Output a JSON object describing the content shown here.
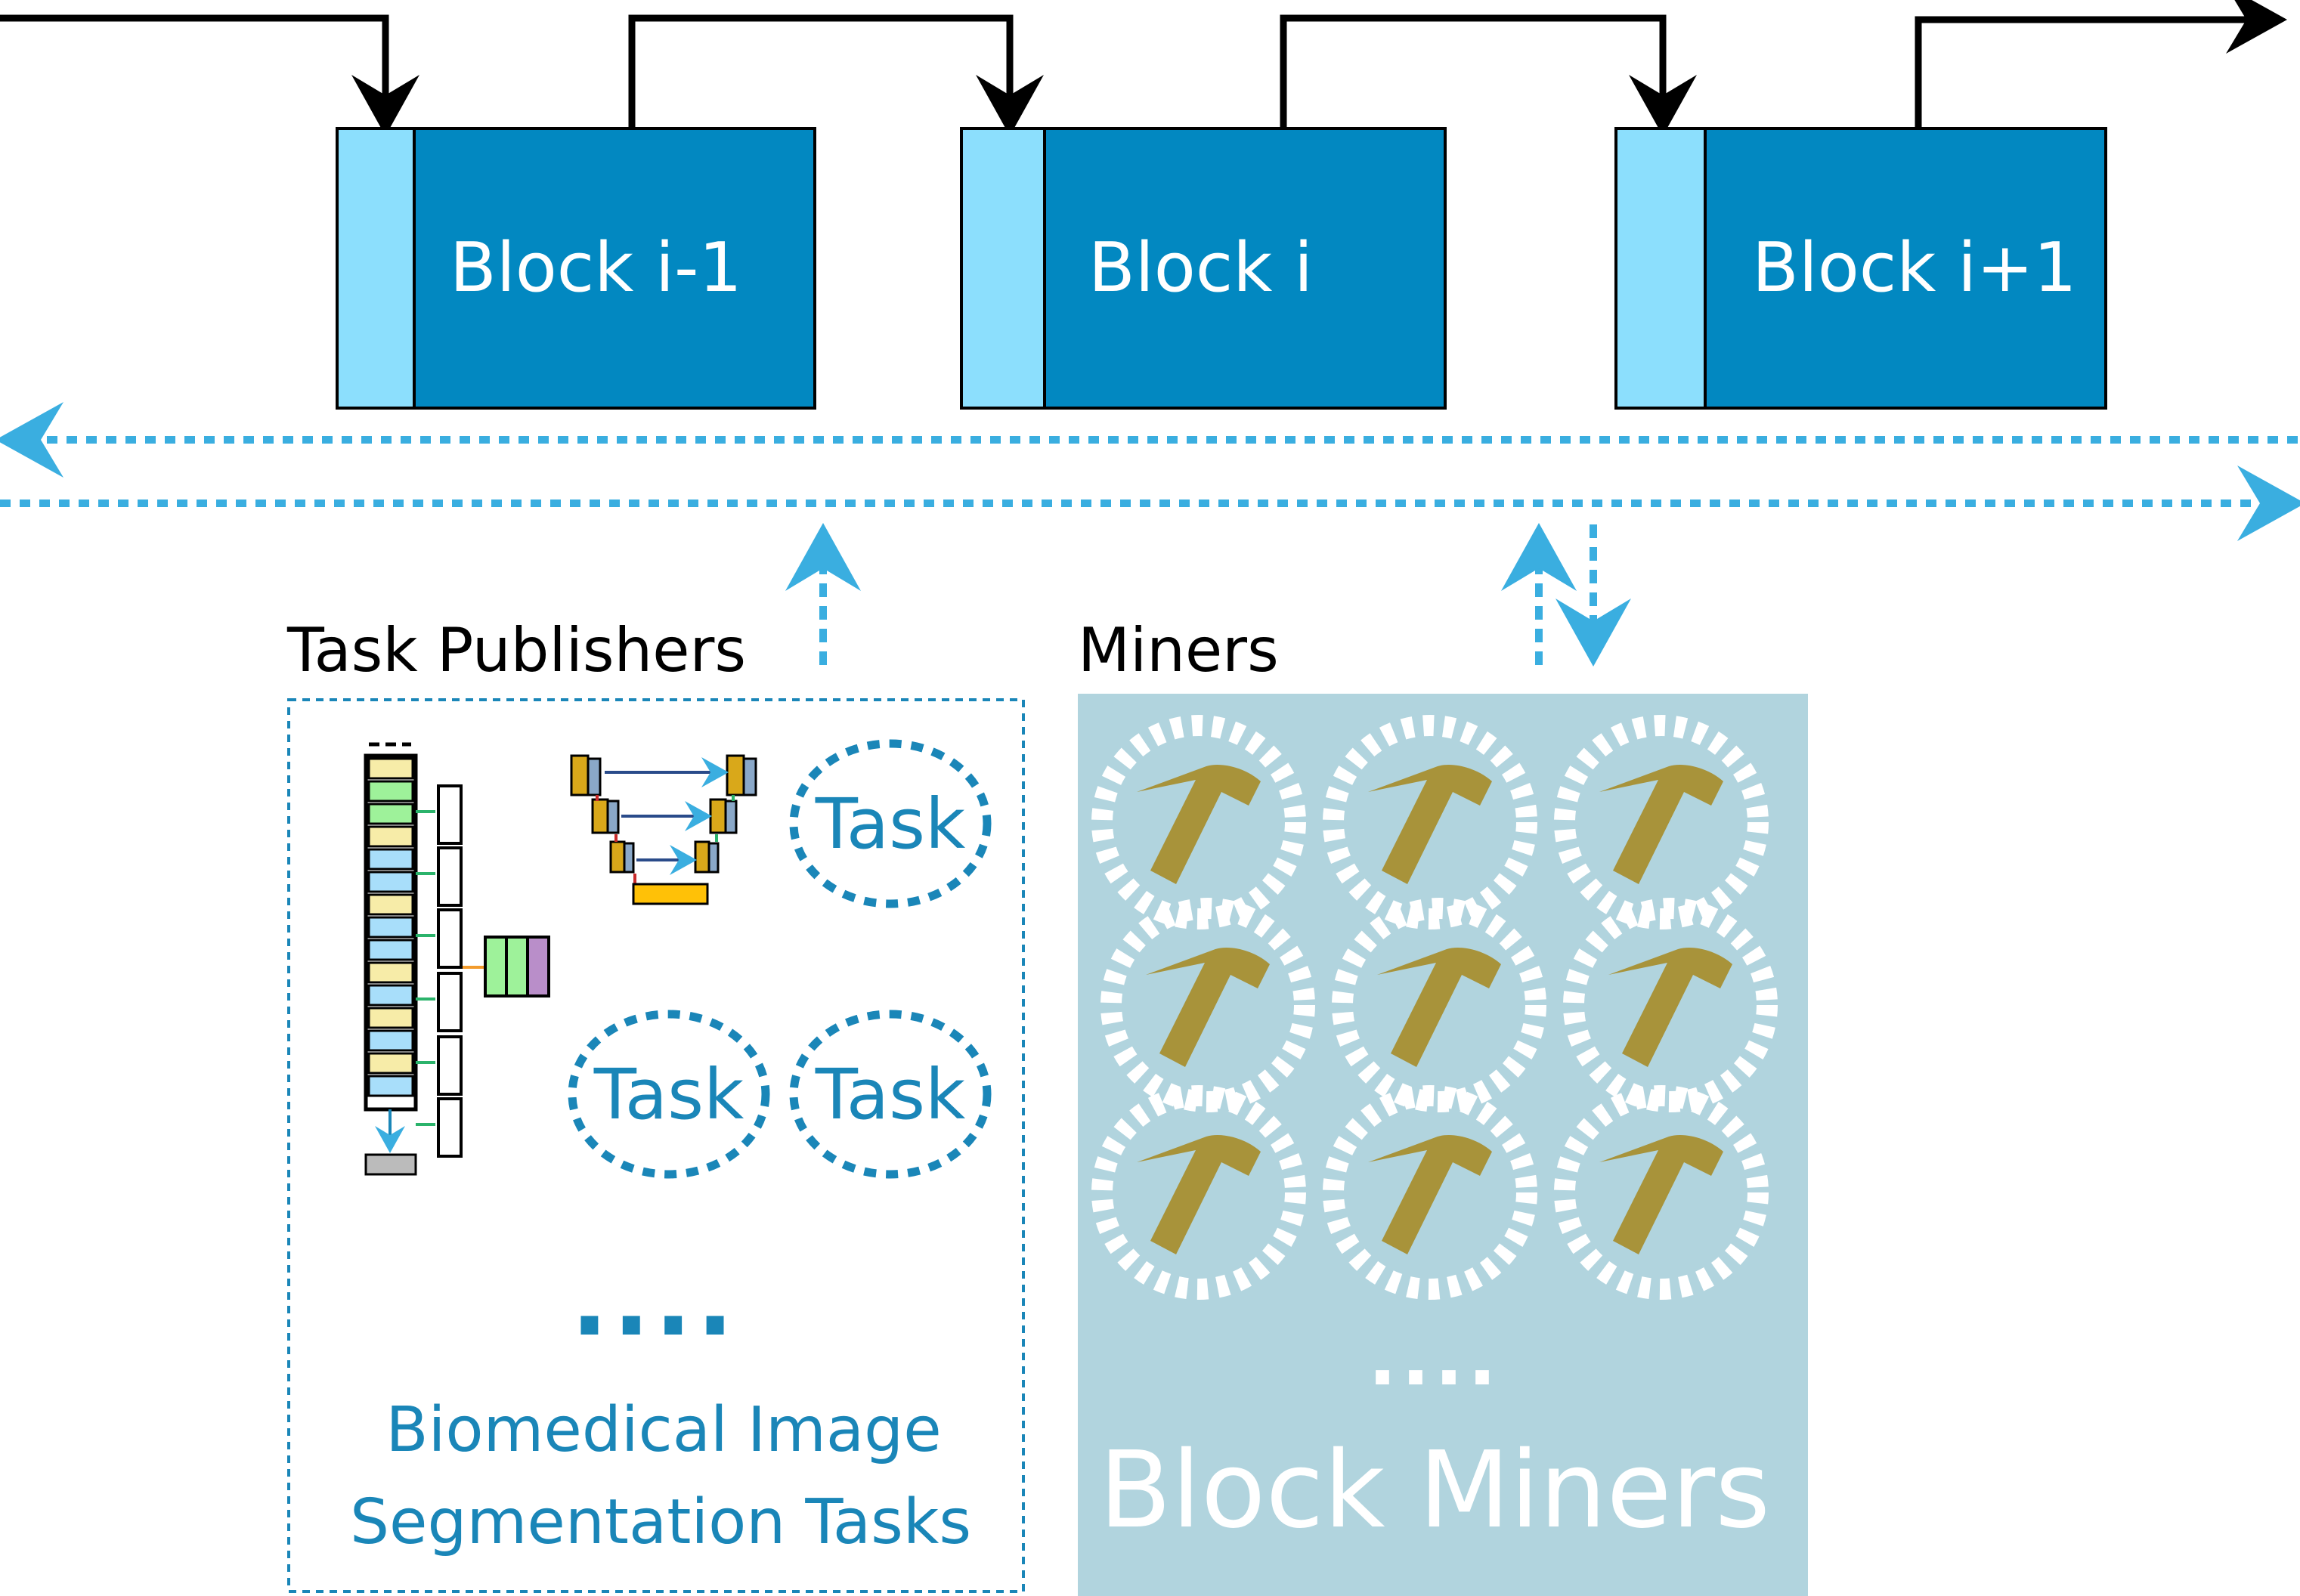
{
  "colors": {
    "block_body": "#0288c1",
    "block_header": "#8cdffd",
    "dotted_arrow": "#3aaee0",
    "task_dotted": "#1a86b8",
    "miners_bg": "#b1d4de",
    "hammer": "#a8933a",
    "halo": "#ffffff"
  },
  "blockchain": {
    "blocks": [
      {
        "label": "Block i-1"
      },
      {
        "label": "Block i"
      },
      {
        "label": "Block i+1"
      }
    ]
  },
  "publishers": {
    "title": "Task Publishers",
    "tasks": [
      "Task",
      "Task",
      "Task"
    ],
    "ellipsis": "....",
    "caption_line1": "Biomedical Image",
    "caption_line2": "Segmentation Tasks"
  },
  "miners": {
    "title": "Miners",
    "icon": "hammer-icon",
    "count": 9,
    "ellipsis": "....",
    "caption": "Block Miners"
  }
}
